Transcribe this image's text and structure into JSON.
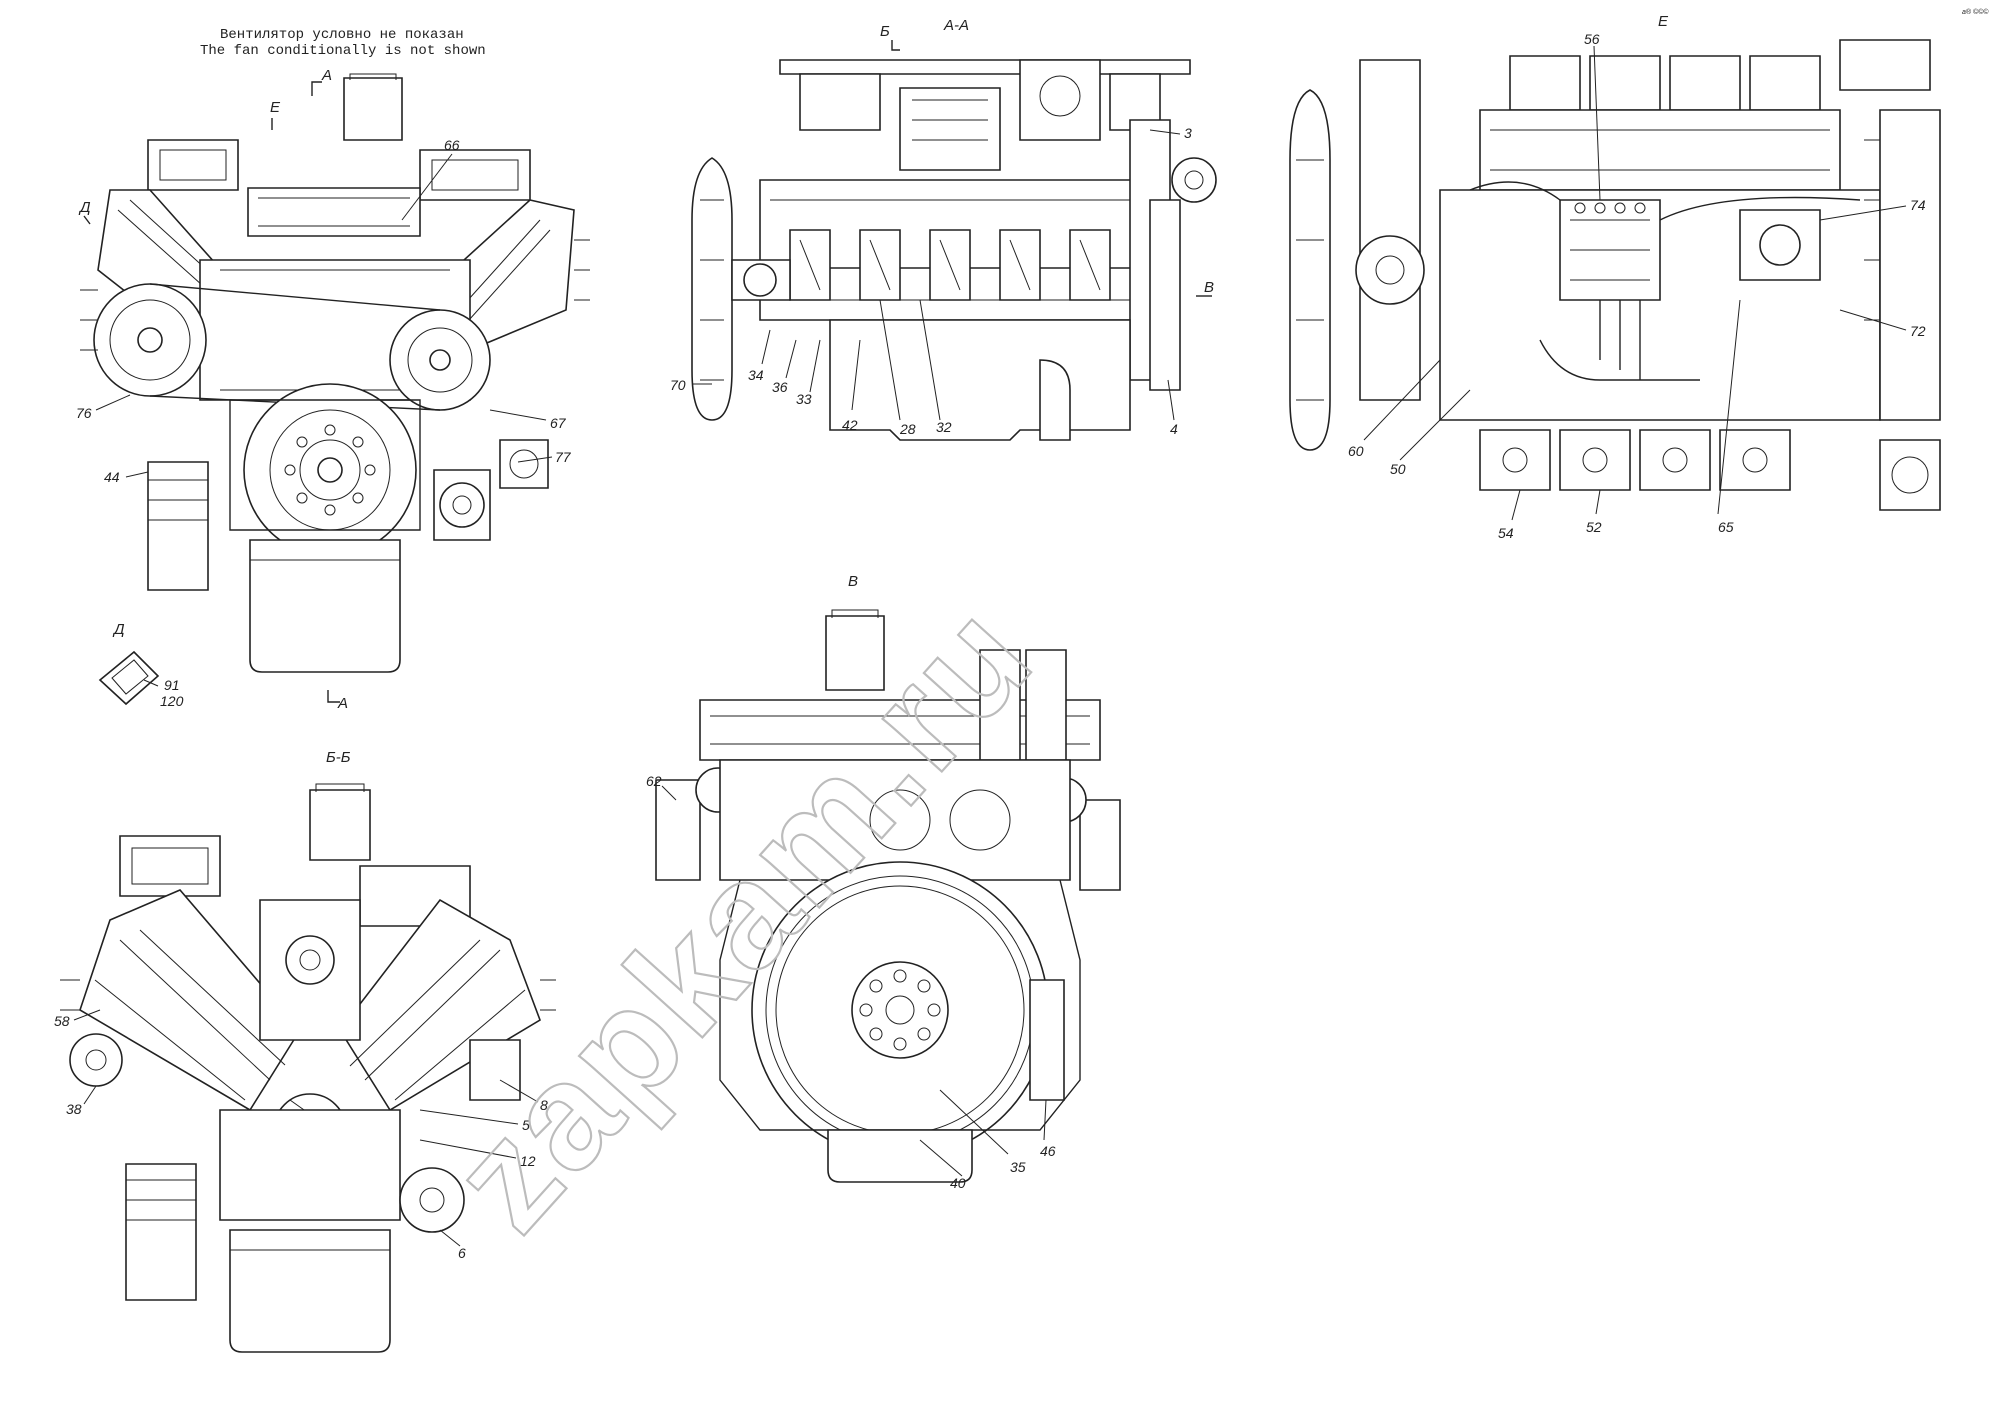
{
  "note": {
    "ru": "Вентилятор условно не показан",
    "en": "The fan conditionally is not shown"
  },
  "watermark": "zapkam.ru",
  "corner_mark": "a® ©©©",
  "views": {
    "front": {
      "sec_A_top": "А",
      "sec_A_bottom": "А",
      "sec_E": "Е",
      "sec_D": "Д"
    },
    "aa": {
      "title": "А-А",
      "sec_B_top": "Б",
      "sec_B_bottom": "Б",
      "sec_V": "В"
    },
    "e_view": {
      "title": "Е"
    },
    "d_view": {
      "title": "Д"
    },
    "bb": {
      "title": "Б-Б"
    },
    "rear": {
      "title": "В"
    }
  },
  "callouts": {
    "c66": "66",
    "c76": "76",
    "c67": "67",
    "c77": "77",
    "c44": "44",
    "c91": "91",
    "c120": "120",
    "c3": "3",
    "c70": "70",
    "c34": "34",
    "c36": "36",
    "c33": "33",
    "c42": "42",
    "c28": "28",
    "c32": "32",
    "c4": "4",
    "c56": "56",
    "c74": "74",
    "c72": "72",
    "c60": "60",
    "c50": "50",
    "c54": "54",
    "c52": "52",
    "c65": "65",
    "c58": "58",
    "c38": "38",
    "c8": "8",
    "c5": "5",
    "c12": "12",
    "c6": "6",
    "c62": "62",
    "c35": "35",
    "c40": "40",
    "c46": "46"
  },
  "colors": {
    "line": "#222222",
    "background": "#ffffff",
    "watermark": "#bcbcbc"
  }
}
